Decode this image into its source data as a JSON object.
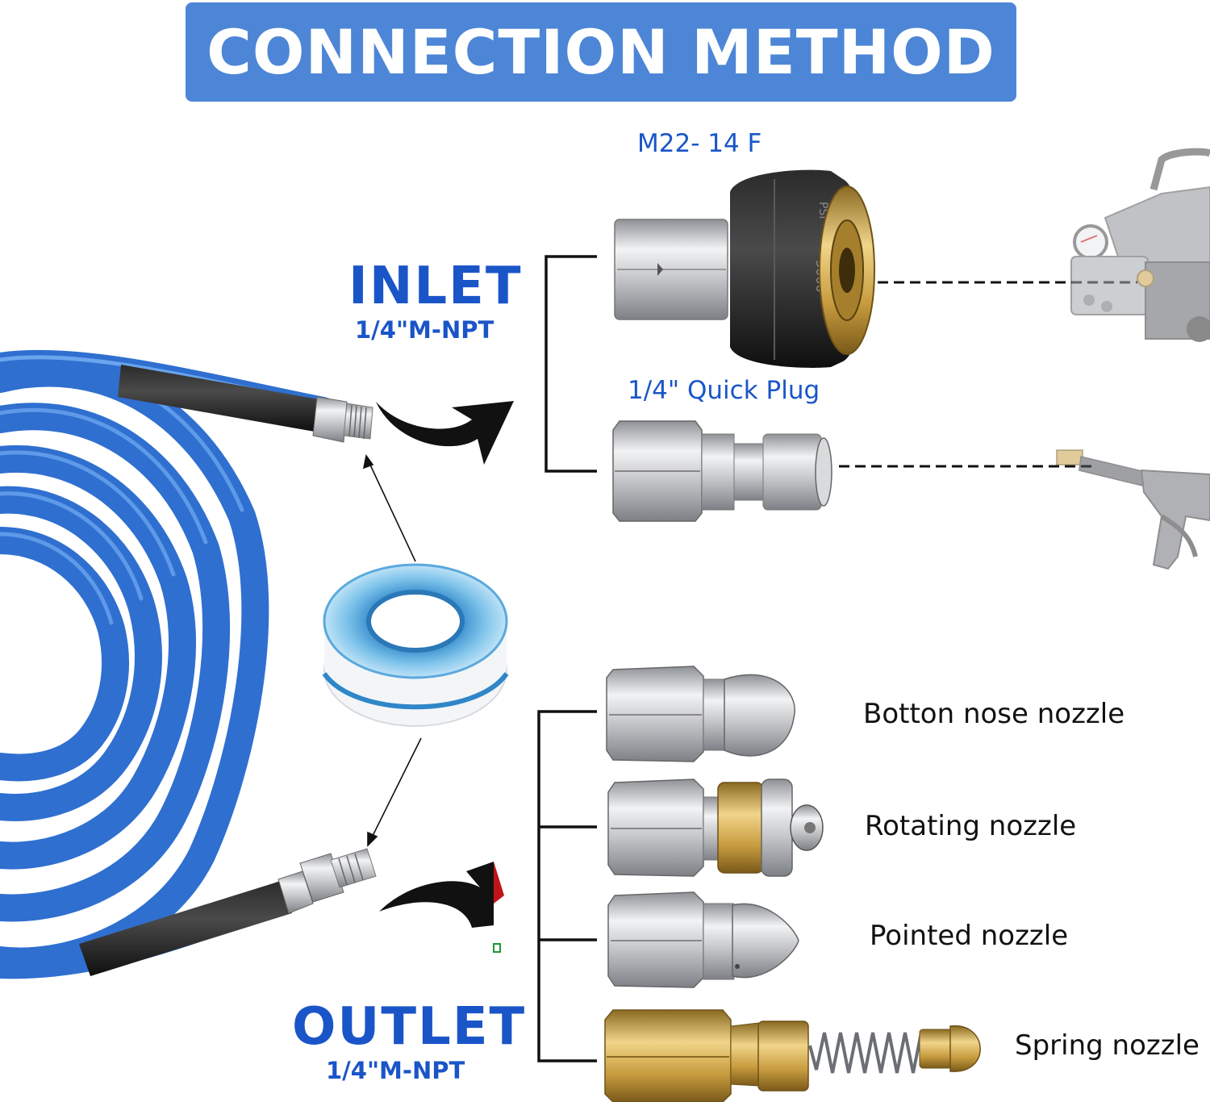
{
  "header": {
    "title": "CONNECTION METHOD"
  },
  "inlet": {
    "title": "INLET",
    "thread": "1/4\"M-NPT"
  },
  "outlet": {
    "title": "OUTLET",
    "thread": "1/4\"M-NPT"
  },
  "fittings": {
    "coupler": {
      "label": "M22- 14 F",
      "marking_rating": "5000",
      "marking_unit": "PSI"
    },
    "quick_plug": {
      "label": "1/4\" Quick Plug"
    }
  },
  "nozzles": [
    {
      "label": "Botton nose nozzle"
    },
    {
      "label": "Rotating nozzle"
    },
    {
      "label": "Pointed nozzle"
    },
    {
      "label": "Spring nozzle"
    }
  ],
  "colors": {
    "banner": "#4d86d6",
    "label_blue": "#1a55c8",
    "hose_blue": "#2f6fd0",
    "brass": "#c9a24a",
    "steel": "#c4c6c9"
  },
  "icons": [
    "hose-icon",
    "thread-tape-icon",
    "pressure-washer-icon",
    "spray-gun-icon",
    "curved-arrow-icon"
  ]
}
